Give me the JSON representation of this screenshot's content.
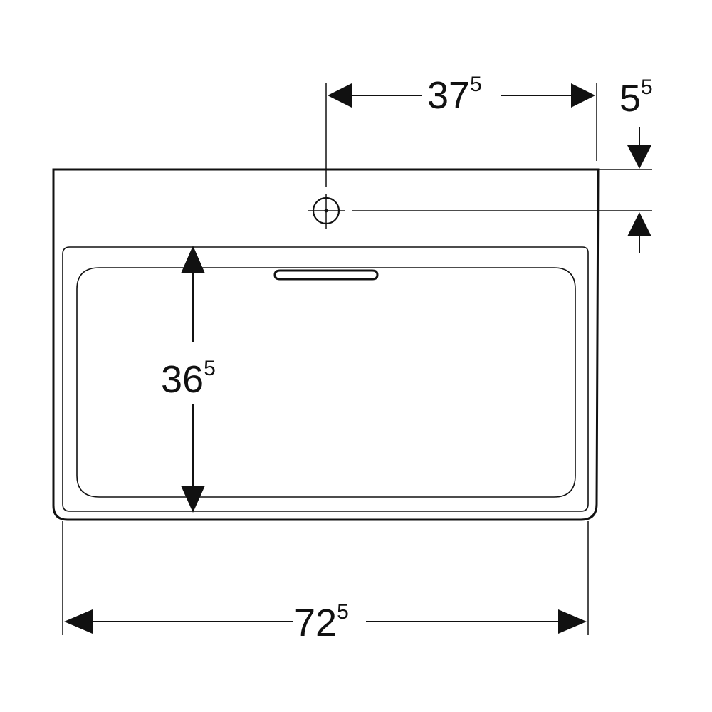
{
  "colors": {
    "line": "#111111",
    "background": "#ffffff"
  },
  "dimensions": [
    {
      "id": "dim-width-total",
      "main": "72",
      "sup": "5"
    },
    {
      "id": "dim-depth-basin",
      "main": "36",
      "sup": "5"
    },
    {
      "id": "dim-tap-hole-offset",
      "main": "37",
      "sup": "5"
    },
    {
      "id": "dim-tap-hole-edge",
      "main": "5",
      "sup": "5"
    }
  ]
}
